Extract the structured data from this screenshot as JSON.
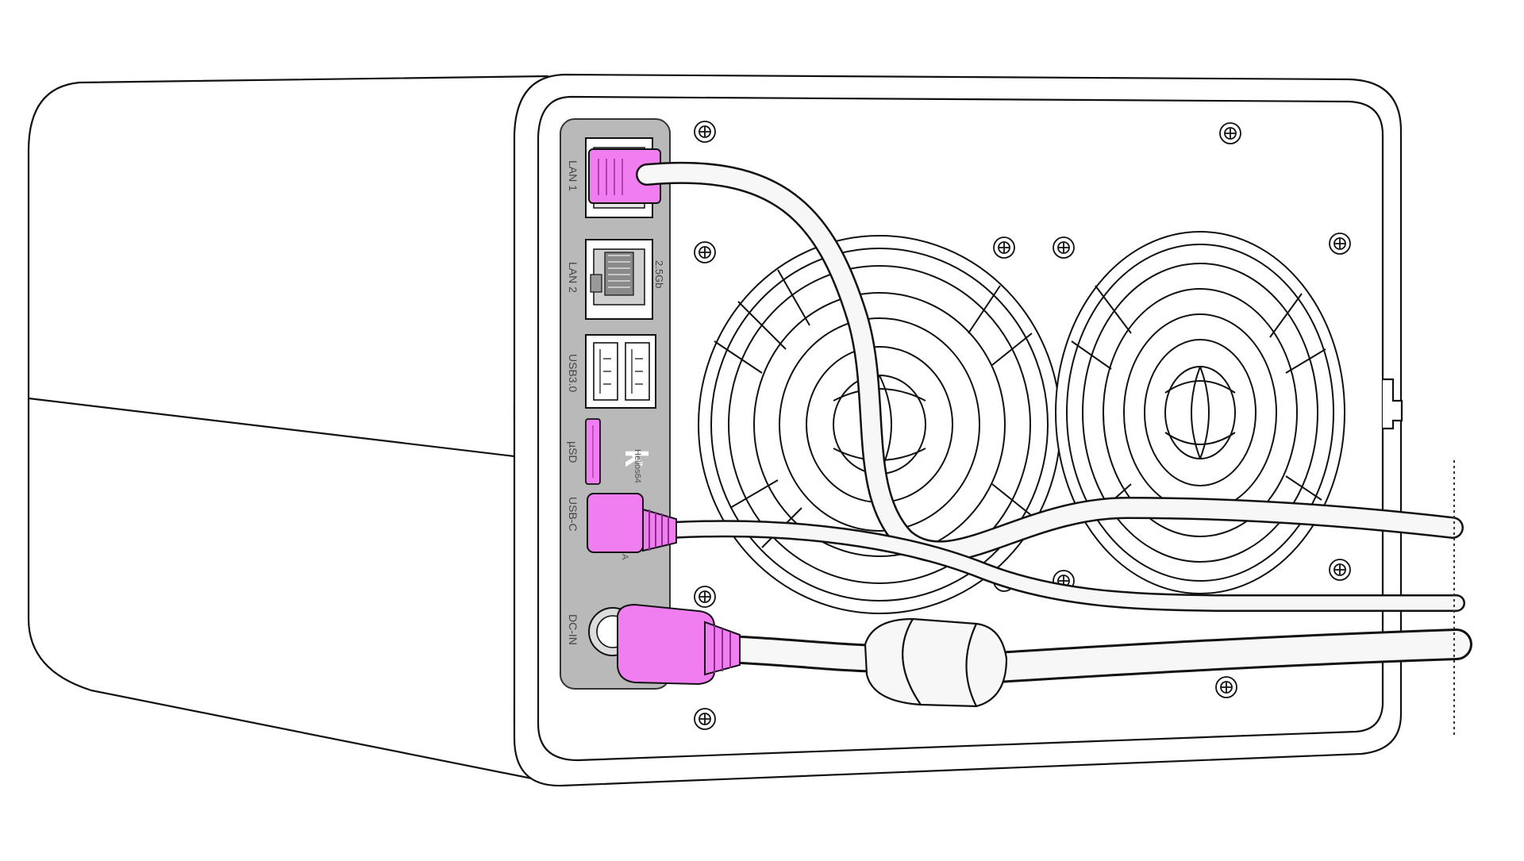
{
  "device": {
    "brand_mark": "k",
    "model_text": "Helios64",
    "model_suffix": "A"
  },
  "port_labels": {
    "lan1": "LAN 1",
    "lan2": "LAN 2",
    "lan2_speed": "2.5Gb",
    "usb3": "USB3.0",
    "microsd": "µSD",
    "usbc": "USB-C",
    "dcin": "DC-IN"
  },
  "colors": {
    "highlight": "#f07ef0",
    "panel": "#b9b9b9",
    "outline": "#111111",
    "cable": "#f7f7f7",
    "body": "#ffffff"
  },
  "highlighted_connectors": [
    "lan1",
    "usbc",
    "dcin"
  ]
}
